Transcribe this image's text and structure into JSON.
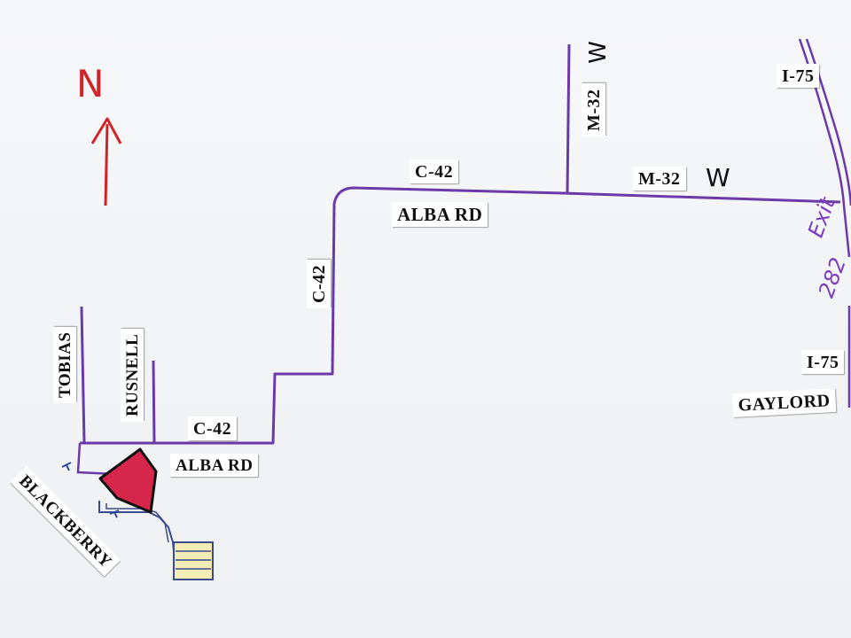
{
  "map": {
    "north_letter": "N",
    "colors": {
      "road": "#6a3aa8",
      "north": "#d0232a",
      "location": "#d6274a",
      "building": "#f3ecb4",
      "exit_ink": "#7a3cc0"
    },
    "icons": [
      "north-arrow-icon",
      "location-marker-icon",
      "building-icon"
    ],
    "labels": {
      "c42_top": "C-42",
      "alba_rd_top": "ALBA RD",
      "m32_west_h": "M-32",
      "m32_west_h_w": "W",
      "m32_west_v": "M-32",
      "m32_west_v_w": "W",
      "i75_top": "I-75",
      "exit_word": "Exit",
      "exit_number": "282",
      "c42_vertical": "C-42",
      "i75_bottom": "I-75",
      "gaylord": "GAYLORD",
      "tobias": "TOBIAS",
      "rusnell": "RUSNELL",
      "c42_bottom": "C-42",
      "alba_rd_bottom": "ALBA RD",
      "blackberry": "BLACKBERRY"
    }
  }
}
